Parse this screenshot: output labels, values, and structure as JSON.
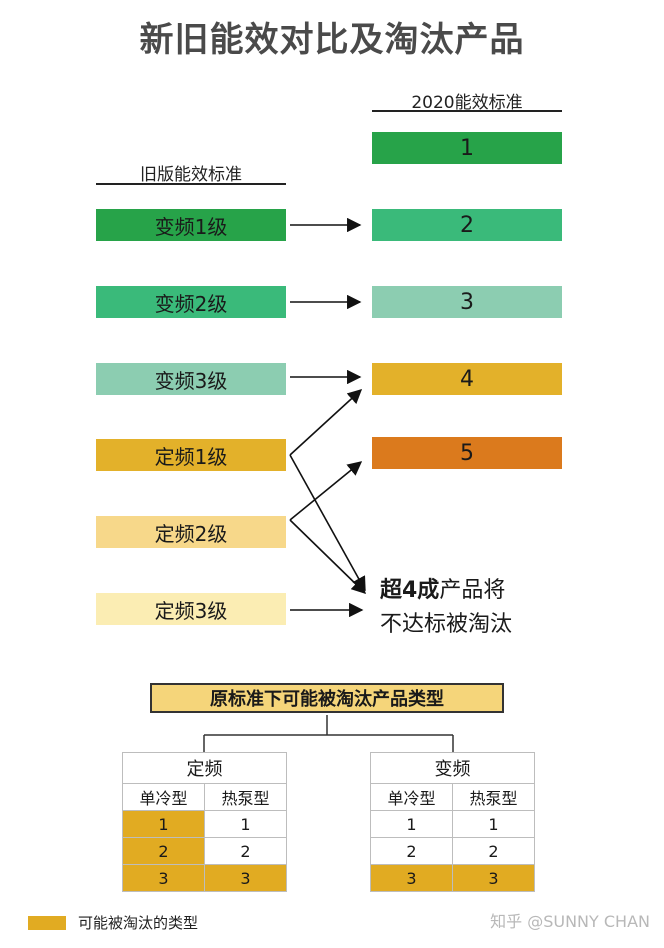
{
  "title": "新旧能效对比及淘汰产品",
  "new_standard": {
    "header": "2020能效标准",
    "levels": [
      {
        "label": "1",
        "color": "#27a349"
      },
      {
        "label": "2",
        "color": "#3aba7a"
      },
      {
        "label": "3",
        "color": "#8ccdb1"
      },
      {
        "label": "4",
        "color": "#e3b12a"
      },
      {
        "label": "5",
        "color": "#db7a1d"
      }
    ]
  },
  "old_standard": {
    "header": "旧版能效标准",
    "levels": [
      {
        "label": "变频1级",
        "color": "#27a349"
      },
      {
        "label": "变频2级",
        "color": "#3aba7a"
      },
      {
        "label": "变频3级",
        "color": "#8ccdb1"
      },
      {
        "label": "定频1级",
        "color": "#e3b12a"
      },
      {
        "label": "定频2级",
        "color": "#f7d88a"
      },
      {
        "label": "定频3级",
        "color": "#fbedb3"
      }
    ]
  },
  "eliminated": {
    "line1_strong": "超4成",
    "line1_rest": "产品将",
    "line2": "不达标被淘汰"
  },
  "categories": {
    "title": "原标准下可能被淘汰产品类型",
    "groups": [
      {
        "name": "定频",
        "columns": [
          "单冷型",
          "热泵型"
        ],
        "rows": [
          [
            "1",
            "1"
          ],
          [
            "2",
            "2"
          ],
          [
            "3",
            "3"
          ]
        ],
        "highlight": [
          [
            true,
            false
          ],
          [
            true,
            false
          ],
          [
            true,
            true
          ]
        ]
      },
      {
        "name": "变频",
        "columns": [
          "单冷型",
          "热泵型"
        ],
        "rows": [
          [
            "1",
            "1"
          ],
          [
            "2",
            "2"
          ],
          [
            "3",
            "3"
          ]
        ],
        "highlight": [
          [
            false,
            false
          ],
          [
            false,
            false
          ],
          [
            true,
            true
          ]
        ]
      }
    ]
  },
  "legend": {
    "label": "可能被淘汰的类型",
    "color": "#e1ab22"
  },
  "watermark": "知乎 @SUNNY CHAN"
}
